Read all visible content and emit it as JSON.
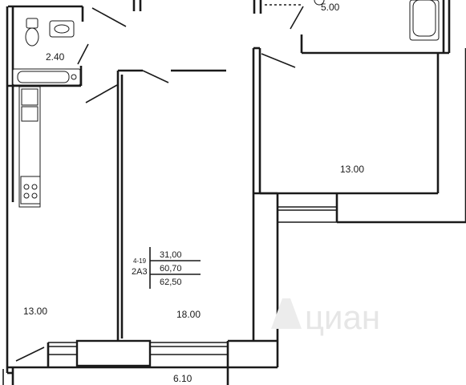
{
  "plan": {
    "rooms": [
      {
        "id": "bathroom",
        "area": "2.40"
      },
      {
        "id": "bath-top-right",
        "area": "5.00"
      },
      {
        "id": "bedroom-right",
        "area": "13.00"
      },
      {
        "id": "kitchen",
        "area": "13.00"
      },
      {
        "id": "living-room",
        "area": "18.00"
      },
      {
        "id": "balcony",
        "area": "6.10"
      }
    ],
    "legend": {
      "code_small": "4-19",
      "code_main": "2А3",
      "living_area": "31,00",
      "total_area": "60,70",
      "total_with_balcony": "62,50"
    },
    "watermark": "циан"
  }
}
